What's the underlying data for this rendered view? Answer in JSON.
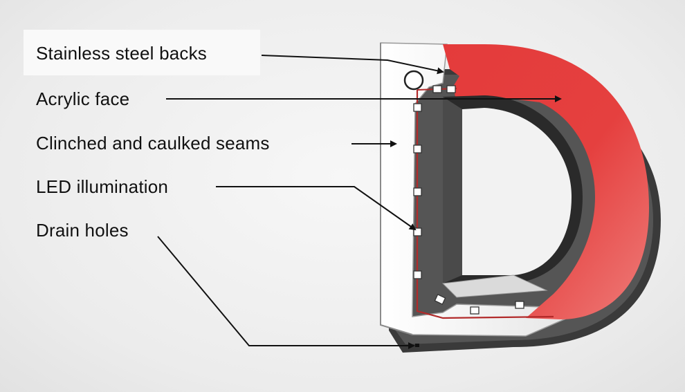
{
  "callouts": [
    {
      "id": "stainless-steel-backs",
      "text": "Stainless steel backs"
    },
    {
      "id": "acrylic-face",
      "text": "Acrylic face"
    },
    {
      "id": "clinched-caulked-seams",
      "text": "Clinched and caulked seams"
    },
    {
      "id": "led-illumination",
      "text": "LED illumination"
    },
    {
      "id": "drain-holes",
      "text": "Drain holes"
    }
  ],
  "colors": {
    "face_red": "#e5403f",
    "face_red_light": "#ec7370",
    "return_dark": "#4b4b4b",
    "return_shadow": "#2f2f2f",
    "back_white": "#f4f4f4",
    "led_wire": "#b22a2a",
    "leader_line": "#111111"
  }
}
